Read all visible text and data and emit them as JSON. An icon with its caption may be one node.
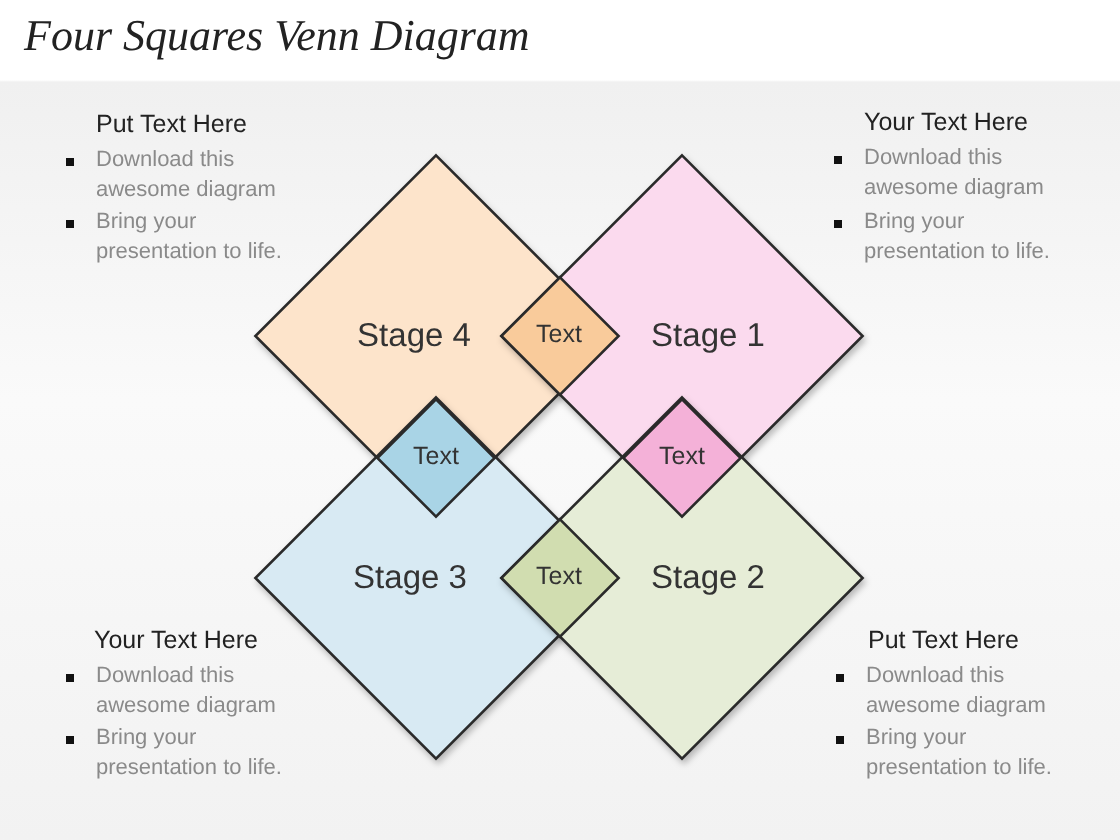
{
  "diagram": {
    "title": "Four Squares Venn Diagram",
    "nodes": [
      {
        "text": [
          "Stage 4"
        ]
      },
      {
        "text": [
          "Text"
        ]
      },
      {
        "text": [
          "Stage 1"
        ]
      },
      {
        "text": [
          "Text"
        ]
      },
      {
        "text": [
          "Text"
        ]
      },
      {
        "text": [
          "Stage 3"
        ]
      },
      {
        "text": [
          "Text"
        ]
      },
      {
        "text": [
          "Stage 2"
        ]
      }
    ],
    "labels": [
      "Put Text Here",
      "Download this awesome diagram",
      "Bring your presentation to life.",
      "Your Text Here",
      "Download this awesome diagram",
      "Bring your presentation to life.",
      "Your Text Here",
      "Download this awesome diagram",
      "Bring your presentation to life.",
      "Put Text Here",
      "Download this awesome diagram",
      "Bring your presentation to life."
    ]
  }
}
